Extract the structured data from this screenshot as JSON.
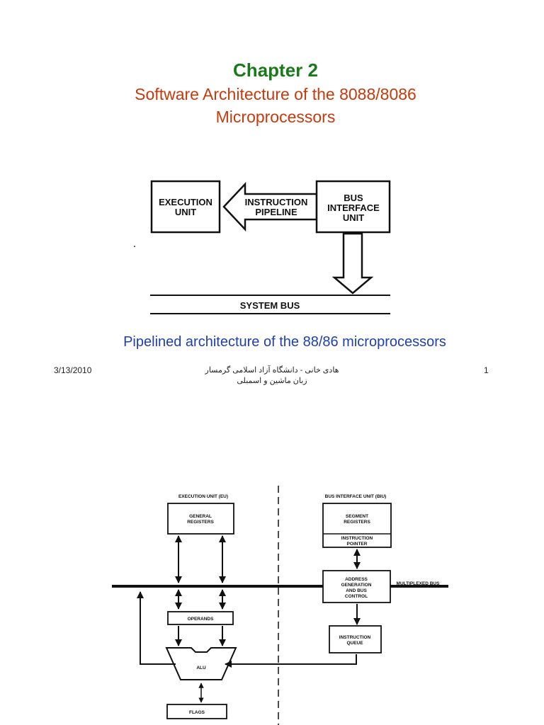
{
  "header": {
    "chapter": "Chapter 2",
    "subtitle_line1": "Software Architecture of the 8088/8086",
    "subtitle_line2": "Microprocessors"
  },
  "diagram1": {
    "execution_unit_l1": "EXECUTION",
    "execution_unit_l2": "UNIT",
    "pipeline_l1": "INSTRUCTION",
    "pipeline_l2": "PIPELINE",
    "biu_l1": "BUS",
    "biu_l2": "INTERFACE",
    "biu_l3": "UNIT",
    "system_bus": "SYSTEM BUS"
  },
  "caption": "Pipelined architecture of the 88/86 microprocessors",
  "footer": {
    "date": "3/13/2010",
    "rtl_line1": "هادی خانی - دانشگاه آزاد اسلامی گرمسار",
    "rtl_line2": "زبان ماشین و اسمبلی",
    "page": "1"
  },
  "diagram2": {
    "eu_title": "EXECUTION UNIT (EU)",
    "biu_title": "BUS INTERFACE UNIT (BIU)",
    "general_registers_l1": "GENERAL",
    "general_registers_l2": "REGISTERS",
    "segment_registers_l1": "SEGMENT",
    "segment_registers_l2": "REGISTERS",
    "instruction_pointer_l1": "INSTRUCTION",
    "instruction_pointer_l2": "POINTER",
    "addr_gen_l1": "ADDRESS",
    "addr_gen_l2": "GENERATION",
    "addr_gen_l3": "AND BUS",
    "addr_gen_l4": "CONTROL",
    "multiplexed_bus": "MULTIPLEXED BUS",
    "operands": "OPERANDS",
    "instruction_queue_l1": "INSTRUCTION",
    "instruction_queue_l2": "QUEUE",
    "alu": "ALU",
    "flags": "FLAGS"
  }
}
